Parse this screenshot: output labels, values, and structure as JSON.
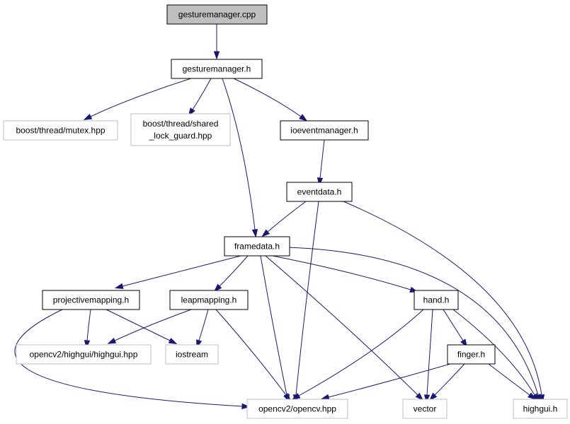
{
  "colors": {
    "edge": "#191970",
    "root_fill": "#bfbfbf",
    "local_border": "#000000",
    "external_border": "#bfbfbf"
  },
  "nodes": [
    {
      "id": "gesturemanager_cpp",
      "lines": [
        "gesturemanager.cpp"
      ],
      "kind": "root"
    },
    {
      "id": "gesturemanager_h",
      "lines": [
        "gesturemanager.h"
      ],
      "kind": "local"
    },
    {
      "id": "boost_mutex",
      "lines": [
        "boost/thread/mutex.hpp"
      ],
      "kind": "external"
    },
    {
      "id": "boost_shared_lock",
      "lines": [
        "boost/thread/shared",
        "_lock_guard.hpp"
      ],
      "kind": "external"
    },
    {
      "id": "ioeventmanager_h",
      "lines": [
        "ioeventmanager.h"
      ],
      "kind": "local"
    },
    {
      "id": "eventdata_h",
      "lines": [
        "eventdata.h"
      ],
      "kind": "local"
    },
    {
      "id": "framedata_h",
      "lines": [
        "framedata.h"
      ],
      "kind": "local"
    },
    {
      "id": "projectivemapping_h",
      "lines": [
        "projectivemapping.h"
      ],
      "kind": "local"
    },
    {
      "id": "leapmapping_h",
      "lines": [
        "leapmapping.h"
      ],
      "kind": "local"
    },
    {
      "id": "hand_h",
      "lines": [
        "hand.h"
      ],
      "kind": "local"
    },
    {
      "id": "finger_h",
      "lines": [
        "finger.h"
      ],
      "kind": "local"
    },
    {
      "id": "highgui_hpp",
      "lines": [
        "opencv2/highgui/highgui.hpp"
      ],
      "kind": "external"
    },
    {
      "id": "iostream",
      "lines": [
        "iostream"
      ],
      "kind": "external"
    },
    {
      "id": "opencv_hpp",
      "lines": [
        "opencv2/opencv.hpp"
      ],
      "kind": "external"
    },
    {
      "id": "vector",
      "lines": [
        "vector"
      ],
      "kind": "external"
    },
    {
      "id": "highgui_h",
      "lines": [
        "highgui.h"
      ],
      "kind": "external"
    }
  ],
  "edges": [
    {
      "from": "gesturemanager_cpp",
      "to": "gesturemanager_h"
    },
    {
      "from": "gesturemanager_h",
      "to": "boost_mutex"
    },
    {
      "from": "gesturemanager_h",
      "to": "boost_shared_lock"
    },
    {
      "from": "gesturemanager_h",
      "to": "ioeventmanager_h"
    },
    {
      "from": "gesturemanager_h",
      "to": "framedata_h"
    },
    {
      "from": "ioeventmanager_h",
      "to": "eventdata_h"
    },
    {
      "from": "eventdata_h",
      "to": "framedata_h"
    },
    {
      "from": "eventdata_h",
      "to": "opencv_hpp"
    },
    {
      "from": "eventdata_h",
      "to": "highgui_h"
    },
    {
      "from": "framedata_h",
      "to": "projectivemapping_h"
    },
    {
      "from": "framedata_h",
      "to": "leapmapping_h"
    },
    {
      "from": "framedata_h",
      "to": "hand_h"
    },
    {
      "from": "framedata_h",
      "to": "opencv_hpp"
    },
    {
      "from": "framedata_h",
      "to": "vector"
    },
    {
      "from": "framedata_h",
      "to": "highgui_h"
    },
    {
      "from": "projectivemapping_h",
      "to": "highgui_hpp"
    },
    {
      "from": "projectivemapping_h",
      "to": "iostream"
    },
    {
      "from": "projectivemapping_h",
      "to": "opencv_hpp"
    },
    {
      "from": "leapmapping_h",
      "to": "highgui_hpp"
    },
    {
      "from": "leapmapping_h",
      "to": "iostream"
    },
    {
      "from": "leapmapping_h",
      "to": "opencv_hpp"
    },
    {
      "from": "hand_h",
      "to": "finger_h"
    },
    {
      "from": "hand_h",
      "to": "opencv_hpp"
    },
    {
      "from": "hand_h",
      "to": "vector"
    },
    {
      "from": "hand_h",
      "to": "highgui_h"
    },
    {
      "from": "finger_h",
      "to": "opencv_hpp"
    },
    {
      "from": "finger_h",
      "to": "vector"
    },
    {
      "from": "finger_h",
      "to": "highgui_h"
    }
  ]
}
